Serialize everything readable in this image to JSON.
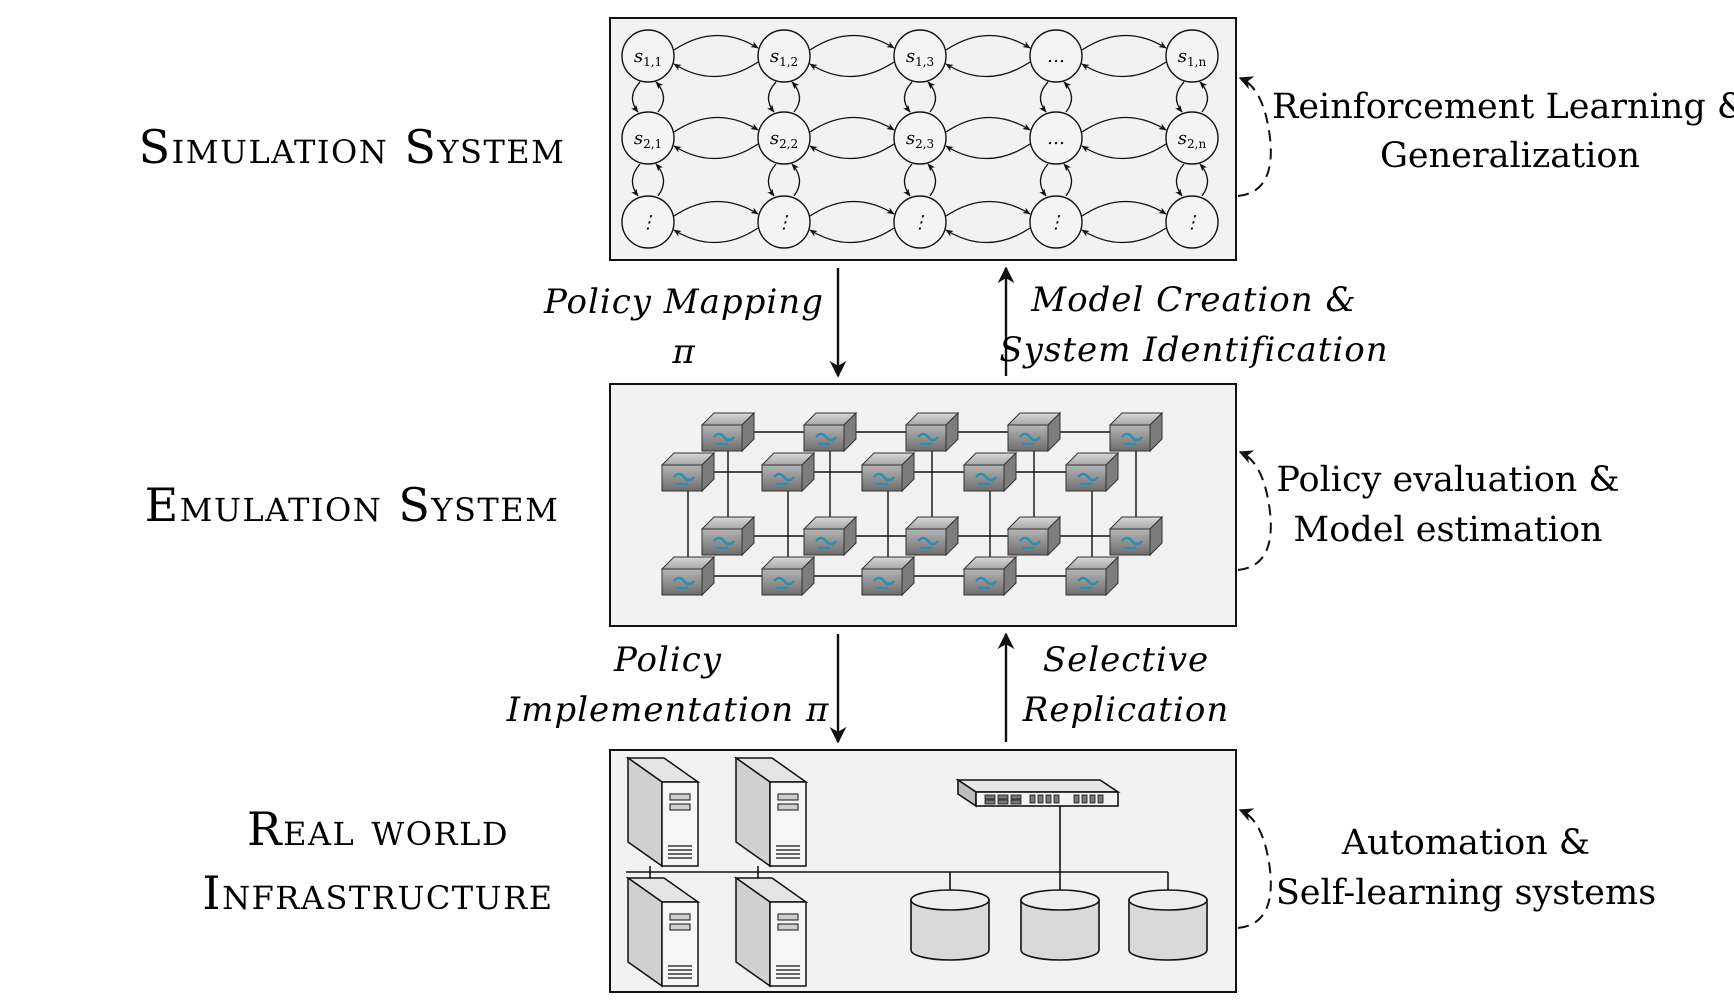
{
  "layers": {
    "simulation": {
      "title": "Simulation System",
      "side_label": [
        "Reinforcement Learning &",
        "Generalization"
      ]
    },
    "emulation": {
      "title": "Emulation System",
      "side_label": [
        "Policy evaluation &",
        "Model estimation"
      ]
    },
    "real": {
      "title": [
        "Real world",
        "Infrastructure"
      ],
      "side_label": [
        "Automation &",
        "Self-learning systems"
      ]
    }
  },
  "transitions": {
    "policy_mapping": [
      "Policy Mapping",
      "π"
    ],
    "model_creation": [
      "Model Creation &",
      "System Identification"
    ],
    "policy_implementation": [
      "Policy",
      "Implementation π"
    ],
    "selective_replication": [
      "Selective",
      "Replication"
    ]
  },
  "states": {
    "row1": [
      [
        "s",
        "1,1"
      ],
      [
        "s",
        "1,2"
      ],
      [
        "s",
        "1,3"
      ],
      [
        "…",
        ""
      ],
      [
        "s",
        "1,n"
      ]
    ],
    "row2": [
      [
        "s",
        "2,1"
      ],
      [
        "s",
        "2,2"
      ],
      [
        "s",
        "2,3"
      ],
      [
        "…",
        ""
      ],
      [
        "s",
        "2,n"
      ]
    ],
    "row3": [
      [
        "⋮",
        ""
      ],
      [
        "⋮",
        ""
      ],
      [
        "⋮",
        ""
      ],
      [
        "⋮",
        ""
      ],
      [
        "⋮",
        ""
      ]
    ]
  },
  "icons": {
    "emulated_node": "emulated-container-icon",
    "server": "server-tower-icon",
    "switch": "network-switch-icon",
    "storage": "storage-cylinder-icon"
  },
  "colors": {
    "panel": "#f2f2f2",
    "stroke": "#111111",
    "node_grey": "#8f8f8f"
  }
}
